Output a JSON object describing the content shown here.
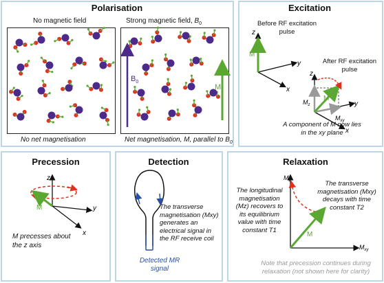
{
  "polarisation": {
    "title": "Polarisation",
    "left_caption": "No magnetic field",
    "right_caption_pre": "Strong magnetic field, ",
    "right_caption_sym": "B",
    "right_caption_sub": "0",
    "left_note": "No net magnetisation",
    "right_note_pre": "Net magnetisation, M, parallel to ",
    "right_note_sym": "B",
    "right_note_sub": "0",
    "b0_label": "B",
    "b0_sub": "0",
    "m_label": "M"
  },
  "excitation": {
    "title": "Excitation",
    "before_label": "Before RF excitation pulse",
    "after_label": "After RF excitation pulse",
    "caption": "A component of M now lies in the xy plane",
    "axis_x": "x",
    "axis_y": "y",
    "axis_z": "z",
    "m_label": "M",
    "mz_label": "Mz",
    "mxy_label": "Mxy"
  },
  "precession": {
    "title": "Precession",
    "axis_x": "x",
    "axis_y": "y",
    "axis_z": "z",
    "m_label": "M",
    "caption": "M precesses about the z axis"
  },
  "detection": {
    "title": "Detection",
    "caption": "The transverse magnetisation (Mxy) generates an electrical signal in the RF receive coil",
    "signal_label": "Detected MR signal"
  },
  "relaxation": {
    "title": "Relaxation",
    "axis_mz": "Mz",
    "axis_mxy": "Mxy",
    "m_label": "M",
    "longitudinal_text": "The longitudinal magnetisation (Mz) recovers to its equilibrium value with time constant T1",
    "transverse_text": "The transverse magnetisation (Mxy) decays with time constant T2",
    "note": "Note that precession continues during relaxation (not shown here for clarity)"
  },
  "colors": {
    "panel_border": "#bcd6e6",
    "green": "#5aa832",
    "red": "#e0301e",
    "purple": "#4b2a8a",
    "blue": "#2a4fa0",
    "grey": "#9a9a9a"
  }
}
